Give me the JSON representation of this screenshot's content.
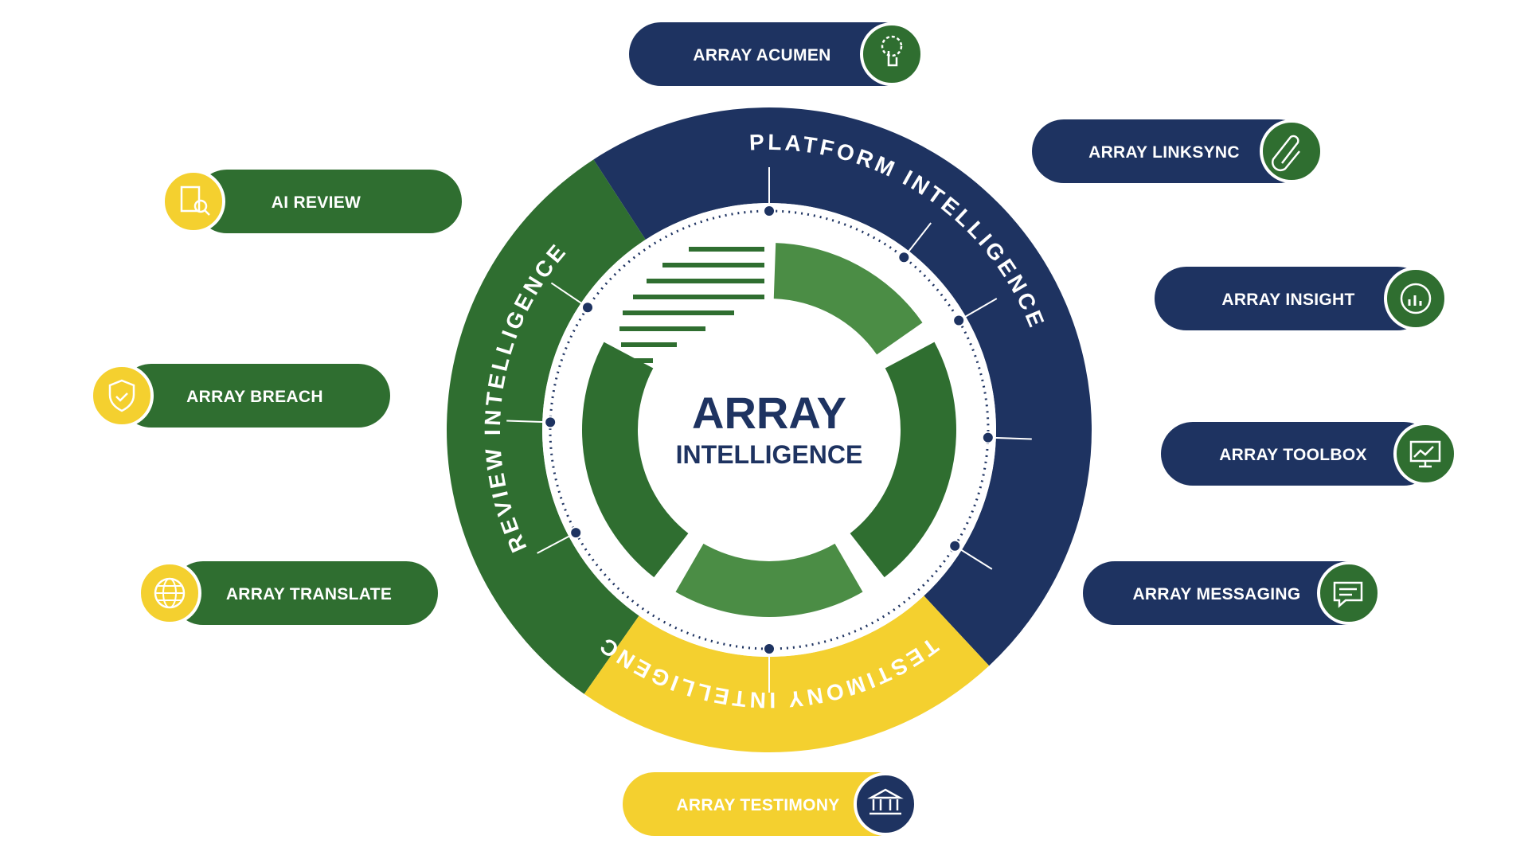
{
  "colors": {
    "navy": "#1e3361",
    "green": "#2f6e30",
    "green_light": "#4b8d45",
    "yellow": "#f4d02f",
    "white": "#ffffff"
  },
  "center": {
    "title": "ARRAY",
    "subtitle": "INTELLIGENCE"
  },
  "rings": {
    "platform": "PLATFORM INTELLIGENCE",
    "review": "REVIEW INTELLIGENCE",
    "testimony": "TESTIMONY INTELLIGENCE"
  },
  "pills": {
    "acumen": {
      "label": "ARRAY ACUMEN",
      "icon": "gear-hand-icon"
    },
    "linksync": {
      "label": "ARRAY LINKSYNC",
      "icon": "paperclip-icon"
    },
    "insight": {
      "label": "ARRAY INSIGHT",
      "icon": "analytics-icon"
    },
    "toolbox": {
      "label": "ARRAY TOOLBOX",
      "icon": "monitor-chart-icon"
    },
    "messaging": {
      "label": "ARRAY MESSAGING",
      "icon": "chat-icon"
    },
    "testimony": {
      "label": "ARRAY TESTIMONY",
      "icon": "courthouse-icon"
    },
    "ai_review": {
      "label": "AI REVIEW",
      "icon": "document-search-icon"
    },
    "breach": {
      "label": "ARRAY BREACH",
      "icon": "shield-icon"
    },
    "translate": {
      "label": "ARRAY TRANSLATE",
      "icon": "globe-icon"
    }
  }
}
